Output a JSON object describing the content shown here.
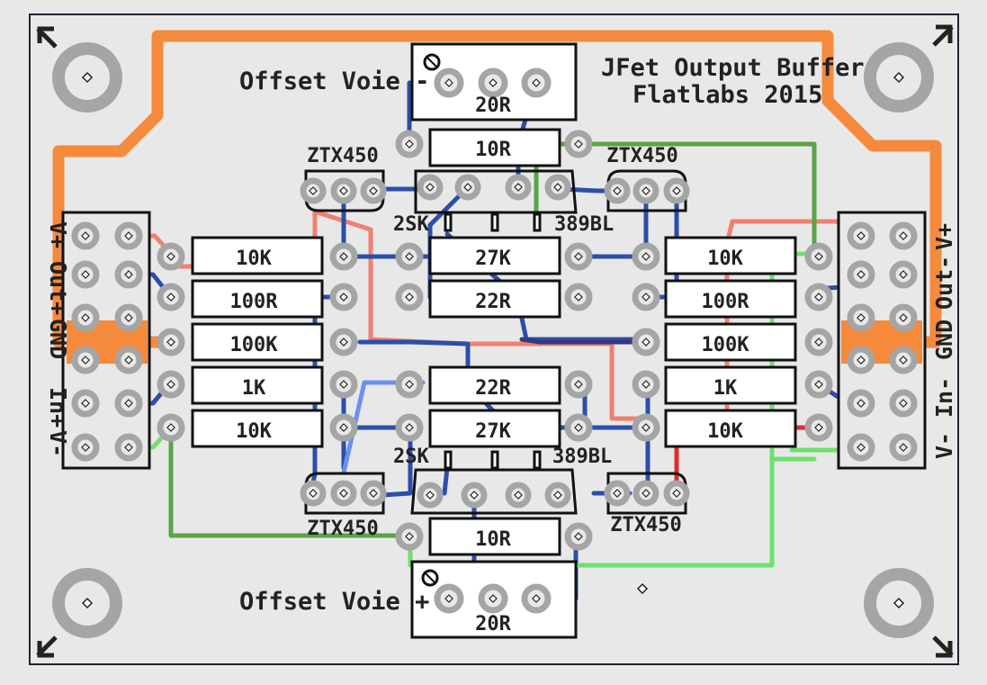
{
  "title": {
    "line1": "JFet Output Buffer",
    "line2": "Flatlabs 2015"
  },
  "offsets": {
    "minus": "Offset Voie -",
    "plus": "Offset Voie +"
  },
  "trimmers": {
    "top": "20R",
    "bottom": "20R"
  },
  "transistors": {
    "top_left": "ZTX450",
    "top_right": "ZTX450",
    "bottom_left": "ZTX450",
    "bottom_right": "ZTX450"
  },
  "jfet": {
    "top_left": "2SK",
    "top_right": "389BL",
    "bottom_left": "2SK",
    "bottom_right": "389BL"
  },
  "resistors_center": {
    "r10_top": "10R",
    "r27_top": "27K",
    "r22_top": "22R",
    "r22_bottom": "22R",
    "r27_bottom": "27K",
    "r10_bottom": "10R"
  },
  "resistors_left": [
    "10K",
    "100R",
    "100K",
    "1K",
    "10K"
  ],
  "resistors_right": [
    "10K",
    "100R",
    "100K",
    "1K",
    "10K"
  ],
  "connectors": {
    "left": [
      "V+",
      "Out+",
      "GND",
      "In+",
      "V-"
    ],
    "right": [
      "V-",
      "In-",
      "GND",
      "Out-",
      "V+"
    ]
  },
  "colors": {
    "board": "#e8e8e8",
    "trace_orange": "#f58a3c",
    "trace_blue": "#2b4fa8",
    "trace_green": "#5aa445",
    "trace_light_green": "#6ee06e",
    "trace_red": "#e02b2b",
    "trace_pink": "#f08070",
    "pad": "#a5a5a5"
  }
}
